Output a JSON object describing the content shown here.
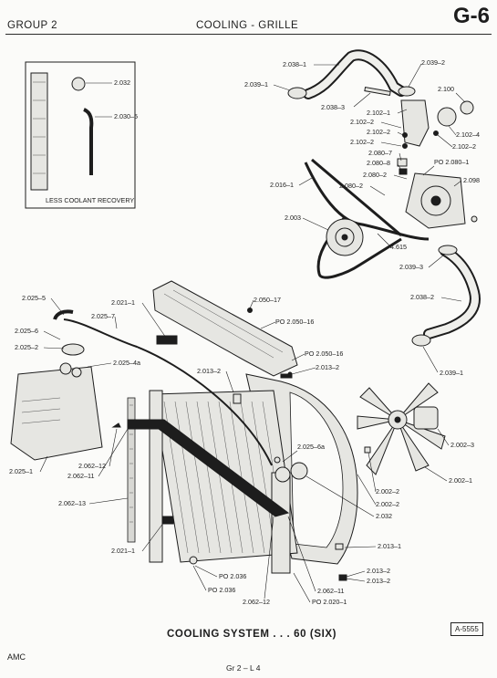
{
  "header": {
    "group": "GROUP 2",
    "title": "COOLING - GRILLE",
    "page": "G-6"
  },
  "inset": {
    "label": "LESS COOLANT RECOVERY"
  },
  "callouts": {
    "c2032_inset": "2.032",
    "c2030_5": "2.030–5",
    "c2038_1": "2.038–1",
    "c2039_2": "2.039–2",
    "c2039_1": "2.039–1",
    "c2038_3": "2.038–3",
    "c2100": "2.100",
    "c2102_1": "2.102–1",
    "c2102_2a": "2.102–2",
    "c2102_2b": "2.102–2",
    "c2102_2c": "2.102–2",
    "c2102_4": "2.102–4",
    "c2102_2d": "2.102–2",
    "c2080_7": "2.080–7",
    "c2080_8": "2.080–8",
    "po2080_1": "PO 2.080–1",
    "c2016_1": "2.016–1",
    "c2080_2a": "2.080–2",
    "c2080_2b": "2.080–2",
    "c2098": "2.098",
    "c2003": "2.003",
    "c4615": "4.615",
    "c2039_3": "2.039–3",
    "c2038_2": "2.038–2",
    "c2039_1b": "2.039–1",
    "c2025_5": "2.025–5",
    "c2021_1a": "2.021–1",
    "c2050_17": "2.050–17",
    "c2025_7": "2.025–7",
    "po2050_16a": "PO 2.050–16",
    "c2025_6": "2.025–6",
    "c2025_2": "2.025–2",
    "c2025_4a": "2.025–4a",
    "po2050_16b": "PO 2.050–16",
    "c2013_2a": "2.013–2",
    "c2013_2b": "2.013–2",
    "c2025_1": "2.025–1",
    "c2062_12a": "2.062–12",
    "c2062_11a": "2.062–11",
    "c2025_6a": "2.025–6a",
    "c2002_3": "2.002–3",
    "c2002_1": "2.002–1",
    "c2002_2a": "2.002–2",
    "c2002_2b": "2.002–2",
    "c2062_13": "2.062–13",
    "c2032": "2.032",
    "c2013_1": "2.013–1",
    "c2021_1b": "2.021–1",
    "c2013_2c": "2.013–2",
    "po2036a": "PO 2.036",
    "c2013_2d": "2.013–2",
    "po2036b": "PO 2.036",
    "c2062_11b": "2.062–11",
    "c2062_12b": "2.062–12",
    "po2020_1": "PO 2.020–1"
  },
  "caption": "COOLING SYSTEM . . . 60 (SIX)",
  "figure_number": "A-5555",
  "footer": {
    "left": "AMC",
    "center": "Gr 2 – L 4"
  }
}
